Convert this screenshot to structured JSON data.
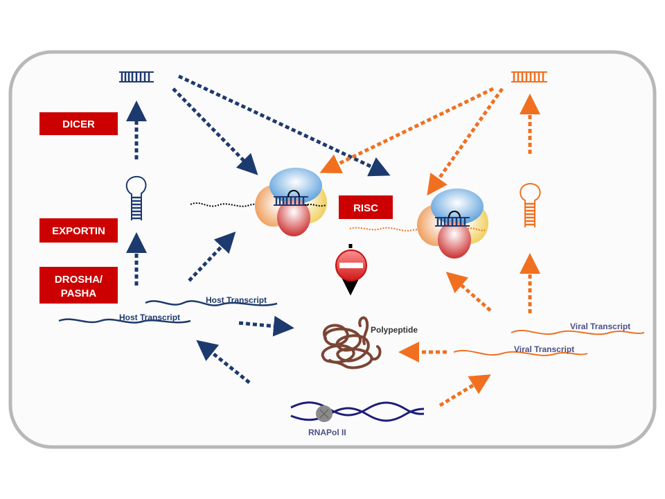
{
  "labels": {
    "dicer": "DICER",
    "exportin": "EXPORTIN",
    "drosha_line1": "DROSHA/",
    "drosha_line2": "PASHA",
    "risc": "RISC",
    "host_transcript_upper": "Host Transcript",
    "host_transcript_lower": "Host Transcript",
    "viral_transcript_upper": "Viral Transcript",
    "viral_transcript_lower": "Viral Transcript",
    "polypeptide": "Polypeptide",
    "rnapol": "RNAPol II"
  },
  "colors": {
    "host": "#1d3a6e",
    "viral": "#f07020",
    "enzyme_box": "#cc0000",
    "polypeptide": "#7a4535",
    "cell_border": "#b8b8b8",
    "cell_fill": "#fbfbfb",
    "rnapol_text": "#4a4f8a"
  }
}
